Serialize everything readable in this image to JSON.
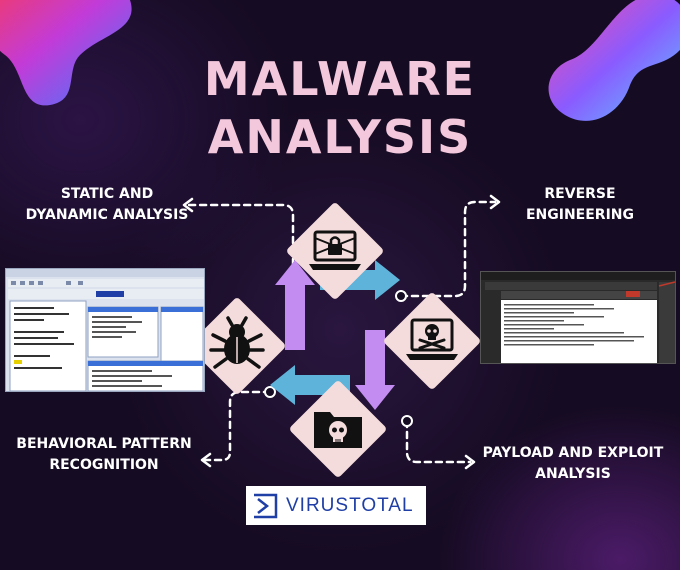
{
  "title": {
    "line1": "MALWARE",
    "line2": "ANALYSIS"
  },
  "labels": {
    "static_line1": "STATIC AND",
    "static_line2": "DYANAMIC ANALYSIS",
    "reverse_line1": "REVERSE",
    "reverse_line2": "ENGINEERING",
    "behavioral_line1": "BEHAVIORAL PATTERN",
    "behavioral_line2": "RECOGNITION",
    "payload_line1": "PAYLOAD AND EXPLOIT",
    "payload_line2": "ANALYSIS"
  },
  "logo": {
    "text": "VIRUSTOTAL"
  },
  "icons": [
    "laptop-lock-icon",
    "laptop-skull-icon",
    "folder-skull-icon",
    "bug-icon"
  ],
  "colors": {
    "title": "#f3c7dc",
    "diamond": "#f5dcdc",
    "arrow_purple": "#c28cf0",
    "arrow_blue": "#5db3d9",
    "vt_blue": "#1f3fa6",
    "background": "#150b22"
  }
}
